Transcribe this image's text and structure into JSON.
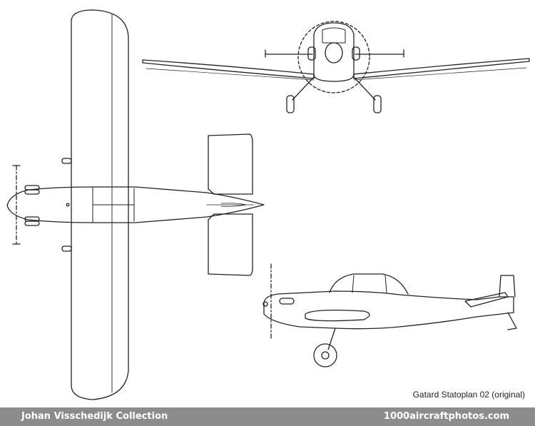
{
  "drawing": {
    "caption": "Gatard Statoplan 02 (original)",
    "views": [
      "top-view",
      "front-view",
      "side-view"
    ]
  },
  "footer": {
    "collection": "Johan Visschedijk Collection",
    "site": "1000aircraftphotos.com",
    "background": "#8c8c8c"
  }
}
